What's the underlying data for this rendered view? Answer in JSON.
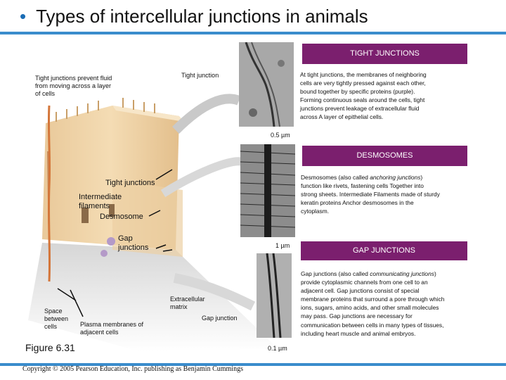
{
  "title": "Types of intercellular junctions in animals",
  "figure_label": "Figure 6.31",
  "copyright": "Copyright © 2005 Pearson Education, Inc. publishing as Benjamin Cummings",
  "colors": {
    "accent_rule": "#3a8ccc",
    "banner": "#7b1f6e",
    "bullet": "#1b6db5"
  },
  "diagram": {
    "label_tight_prevent": "Tight junctions prevent fluid from moving across a layer of cells",
    "label_tight_junction": "Tight junction",
    "label_tight_junctions": "Tight junctions",
    "label_intermediate": "Intermediate filaments",
    "label_desmosome": "Desmosome",
    "label_gap_junctions": "Gap junctions",
    "label_space": "Space between cells",
    "label_plasma": "Plasma membranes of adjacent cells",
    "label_extracellular": "Extracellular matrix",
    "label_gap_junction": "Gap junction"
  },
  "sections": {
    "tight": {
      "banner": "TIGHT JUNCTIONS",
      "scale": "0.5 µm",
      "text": "At tight junctions, the membranes of neighboring cells are very tightly pressed against each other, bound together by specific proteins (purple). Forming continuous seals around the cells, tight junctions prevent leakage of extracellular fluid across A layer of epithelial cells."
    },
    "desmo": {
      "banner": "DESMOSOMES",
      "scale": "1 µm",
      "text_pre": "Desmosomes (also called ",
      "text_em": "anchoring junctions",
      "text_post": ") function like rivets, fastening cells Together into strong sheets. Intermediate Filaments made of sturdy keratin proteins Anchor desmosomes in the cytoplasm."
    },
    "gap": {
      "banner": "GAP JUNCTIONS",
      "scale": "0.1 µm",
      "text_pre": "Gap junctions (also called ",
      "text_em": "communicating junctions",
      "text_post": ") provide cytoplasmic channels from one cell to an adjacent cell. Gap junctions consist of special membrane proteins that surround a pore through which ions, sugars, amino acids, and other small molecules may pass. Gap junctions are necessary for communication between cells in many types of tissues, including heart muscle and animal embryos."
    }
  }
}
